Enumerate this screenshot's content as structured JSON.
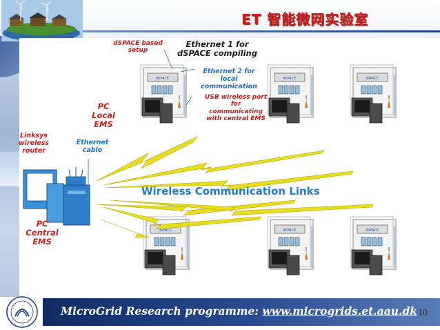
{
  "header": {
    "title": "ET 智能微网实验室"
  },
  "diagram": {
    "labels": {
      "dspace_setup": "dSPACE based setup",
      "ethernet1": "Ethernet 1 for dSPACE compiling",
      "ethernet2": "Ethernet 2 for local communication",
      "usb_port": "USB wireless port for communicating with central EMS",
      "pc_local": "PC Local EMS",
      "linksys": "Linksys wireless router",
      "ethernet_cable": "Ethernet cable",
      "pc_central": "PC Central EMS",
      "wireless_links": "Wireless Communication Links",
      "dspace_brand": "dSPACE"
    },
    "colors": {
      "label_red": "#c8201b",
      "label_blue": "#1f6fc4",
      "lightning": "#e6dd20",
      "central_pc": "#3b8fd6"
    }
  },
  "footer": {
    "prefix": "MicroGrid Research programme: ",
    "link": "www.microgrids.et.aau.dk",
    "page_number": "10"
  }
}
